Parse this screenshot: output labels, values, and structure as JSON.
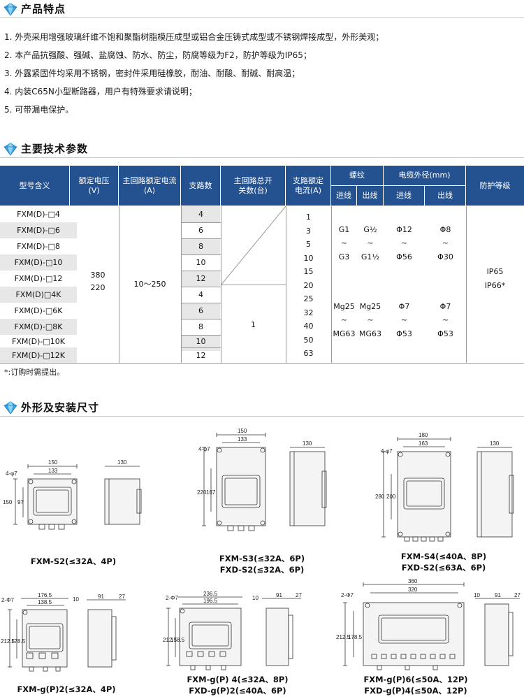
{
  "sections": {
    "features_title": "产品特点",
    "spec_title": "主要技术参数",
    "dims_title": "外形及安装尺寸"
  },
  "features": [
    "1. 外壳采用增强玻璃纤维不饱和聚酯树脂模压成型或铝合金压铸式成型或不锈钢焊接成型，外形美观；",
    "2. 本产品抗强酸、强碱、盐腐蚀、防水、防尘，防腐等级为F2，防护等级为IP65；",
    "3. 外露紧固件均采用不锈钢，密封件采用硅橡胶，耐油、耐酸、耐碱、耐高温；",
    "4. 内装C65N小型断路器，用户有特殊要求请说明；",
    "5. 可带漏电保护。"
  ],
  "table": {
    "headers": {
      "model": "型号含义",
      "voltage": "额定电压\n(V)",
      "main_current": "主回路额定电流\n(A)",
      "branches": "支路数",
      "main_switch": "主回路总开\n关数(台)",
      "branch_current": "支路额定\n电流(A)",
      "thread": "螺纹",
      "cable": "电缆外径(mm)",
      "protection": "防护等级",
      "in1": "进线",
      "out1": "出线",
      "in2": "进线",
      "out2": "出线"
    },
    "models": [
      "FXM(D)-□4",
      "FXM(D)-□6",
      "FXM(D)-□8",
      "FXM(D)-□10",
      "FXM(D)-□12",
      "FXM(D)□4K",
      "FXM(D)-□6K",
      "FXM(D)-□8K",
      "FXM(D)-□10K",
      "FXM(D)-□12K"
    ],
    "voltage_1": "380",
    "voltage_2": "220",
    "main_current": "10～250",
    "branches": [
      "4",
      "6",
      "8",
      "10",
      "12",
      "4",
      "6",
      "8",
      "10",
      "12"
    ],
    "main_switch": "1",
    "branch_currents": [
      "1",
      "3",
      "5",
      "10",
      "15",
      "20",
      "25",
      "32",
      "40",
      "50",
      "63"
    ],
    "thread_in_a": [
      "G1",
      "~",
      "G3"
    ],
    "thread_out_a": [
      "G½",
      "~",
      "G1½"
    ],
    "cable_in_a": [
      "Φ12",
      "~",
      "Φ56"
    ],
    "cable_out_a": [
      "Φ8",
      "~",
      "Φ30"
    ],
    "thread_in_b": [
      "Mg25",
      "~",
      "MG63"
    ],
    "thread_out_b": [
      "Mg25",
      "~",
      "MG63"
    ],
    "cable_in_b": [
      "Φ7",
      "~",
      "Φ53"
    ],
    "cable_out_b": [
      "Φ7",
      "~",
      "Φ53"
    ],
    "protection_1": "IP65",
    "protection_2": "IP66*"
  },
  "footnote": "*:订购时需提出。",
  "drawings": {
    "d1": {
      "caption": [
        "FXM-S2(≤32A、4P)"
      ],
      "w": "150",
      "w2": "133",
      "h": "150",
      "h2": "97",
      "hole": "4-φ7",
      "side": "130"
    },
    "d2": {
      "caption": [
        "FXM-S3(≤32A、6P)",
        "FXD-S2(≤32A、6P)"
      ],
      "w": "150",
      "w2": "133",
      "h": "220",
      "h2": "167",
      "hole": "4-φ7",
      "side": "130"
    },
    "d3": {
      "caption": [
        "FXM-S4(≤40A、8P)",
        "FXD-S2(≤63A、6P)"
      ],
      "w": "180",
      "w2": "163",
      "h": "280",
      "h2": "200",
      "hole": "4-φ7",
      "side": "130"
    },
    "d4": {
      "caption": [
        "FXM-g(P)2(≤32A、4P)"
      ],
      "w": "176.5",
      "w2": "138.5",
      "h": "212.5",
      "h2": "178.5",
      "hole": "2-Φ7",
      "s1": "10",
      "s2": "91",
      "s3": "27"
    },
    "d5": {
      "caption": [
        "FXM-g(P) 4(≤32A、8P)",
        "FXD-g(P)2(≤40A、6P)"
      ],
      "w": "236.5",
      "w2": "196.5",
      "h": "212.5",
      "h2": "178.5",
      "hole": "2-Φ7",
      "s1": "10",
      "s2": "91",
      "s3": "27"
    },
    "d6": {
      "caption": [
        "FXM-g(P)6(≤50A、12P)",
        "FXD-g(P)4(≤50A、12P)"
      ],
      "w": "360",
      "w2": "320",
      "h": "212.5",
      "h2": "178.5",
      "hole": "2-Φ7",
      "s1": "10",
      "s2": "91",
      "s3": "27"
    }
  },
  "colors": {
    "header_blue": "#24518f",
    "band_gray": "#e7e7e7",
    "gem": "#3aa0e0"
  }
}
